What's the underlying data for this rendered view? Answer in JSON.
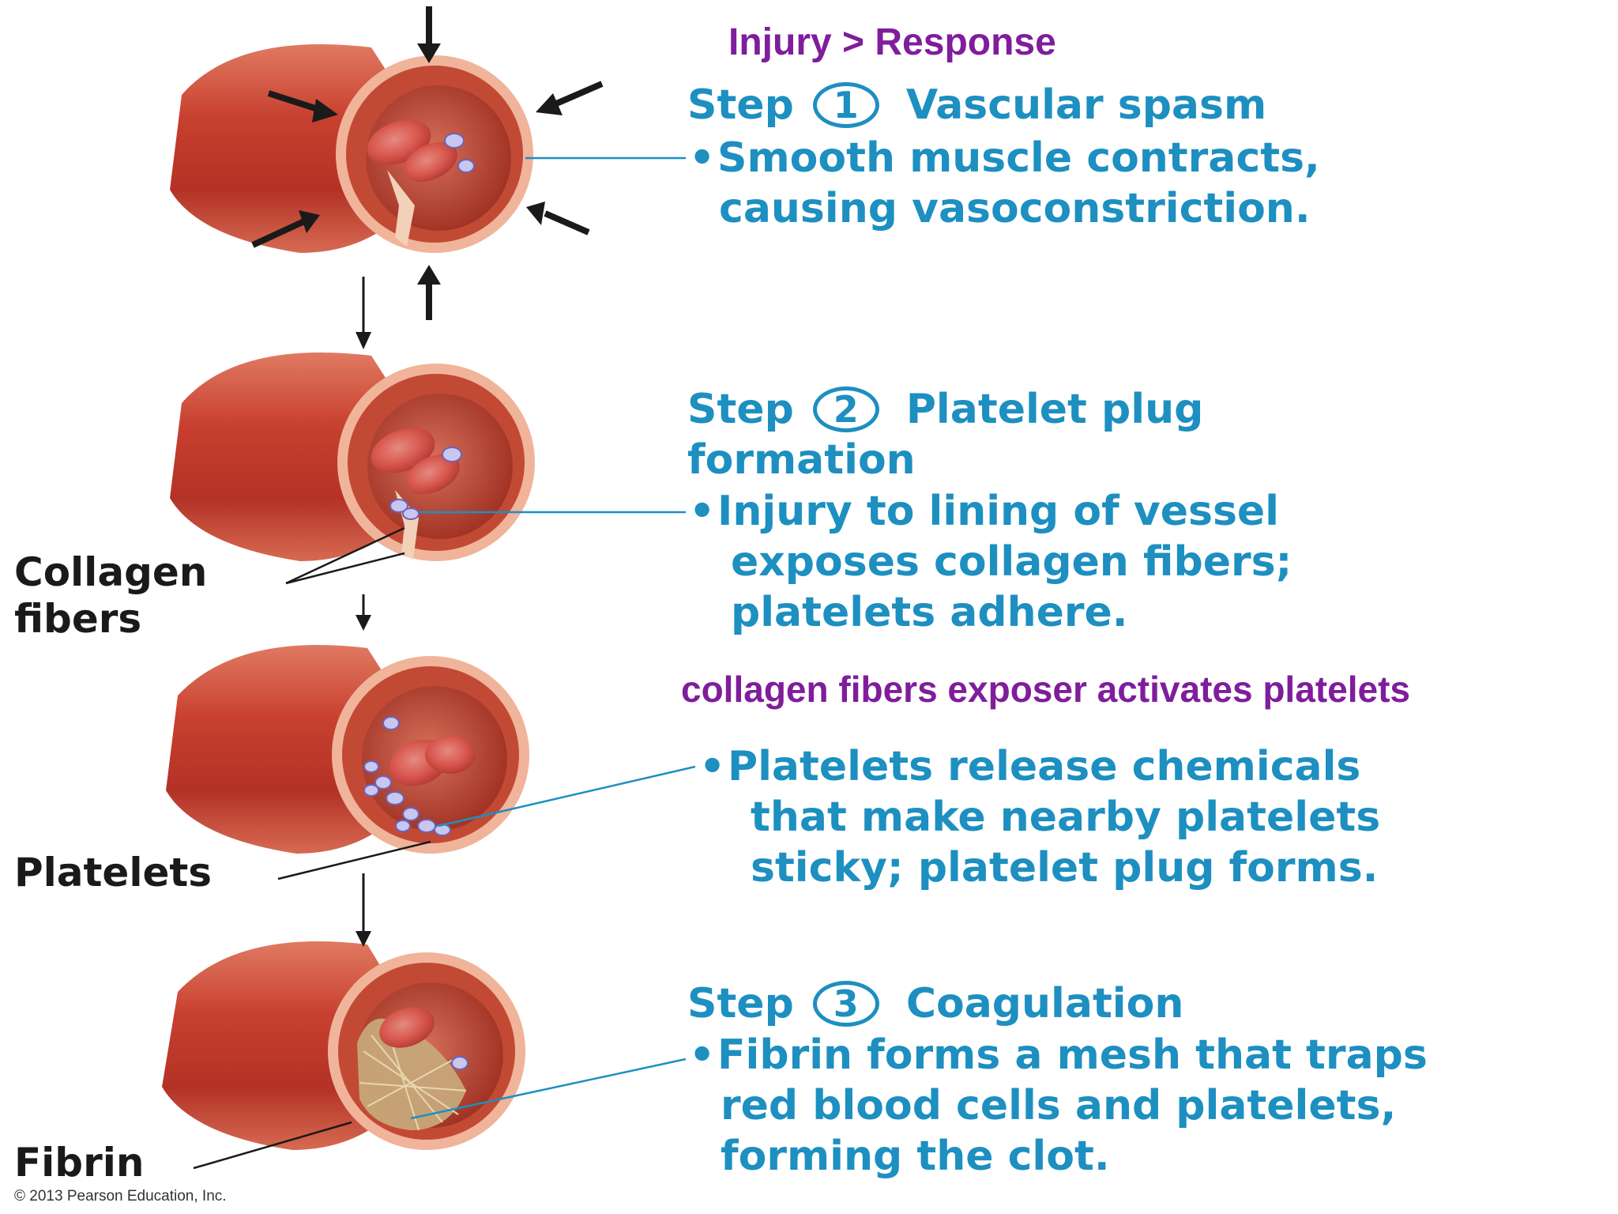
{
  "annotations": {
    "injury_response": "Injury > Response",
    "collagen_note": "collagen fibers exposer activates platelets"
  },
  "steps": [
    {
      "step_word": "Step",
      "number": "1",
      "title": "Vascular spasm",
      "lines": [
        "Smooth muscle contracts,",
        "causing vasoconstriction."
      ]
    },
    {
      "step_word": "Step",
      "number": "2",
      "title": "Platelet plug",
      "title_cont": "formation",
      "lines": [
        "Injury to lining of vessel",
        "exposes collagen fibers;",
        "platelets adhere."
      ],
      "lines_b": [
        "Platelets release chemicals",
        "that make nearby platelets",
        "sticky; platelet plug forms."
      ]
    },
    {
      "step_word": "Step",
      "number": "3",
      "title": "Coagulation",
      "lines": [
        "Fibrin forms a mesh that traps",
        "red blood cells and platelets,",
        "forming the clot."
      ]
    }
  ],
  "labels": {
    "collagen": [
      "Collagen",
      "fibers"
    ],
    "platelets": "Platelets",
    "fibrin": "Fibrin"
  },
  "copyright": "© 2013 Pearson Education, Inc.",
  "colors": {
    "step_text": "#1d8fc0",
    "annotation": "#7f1d9c",
    "vessel": "#c9483a"
  }
}
